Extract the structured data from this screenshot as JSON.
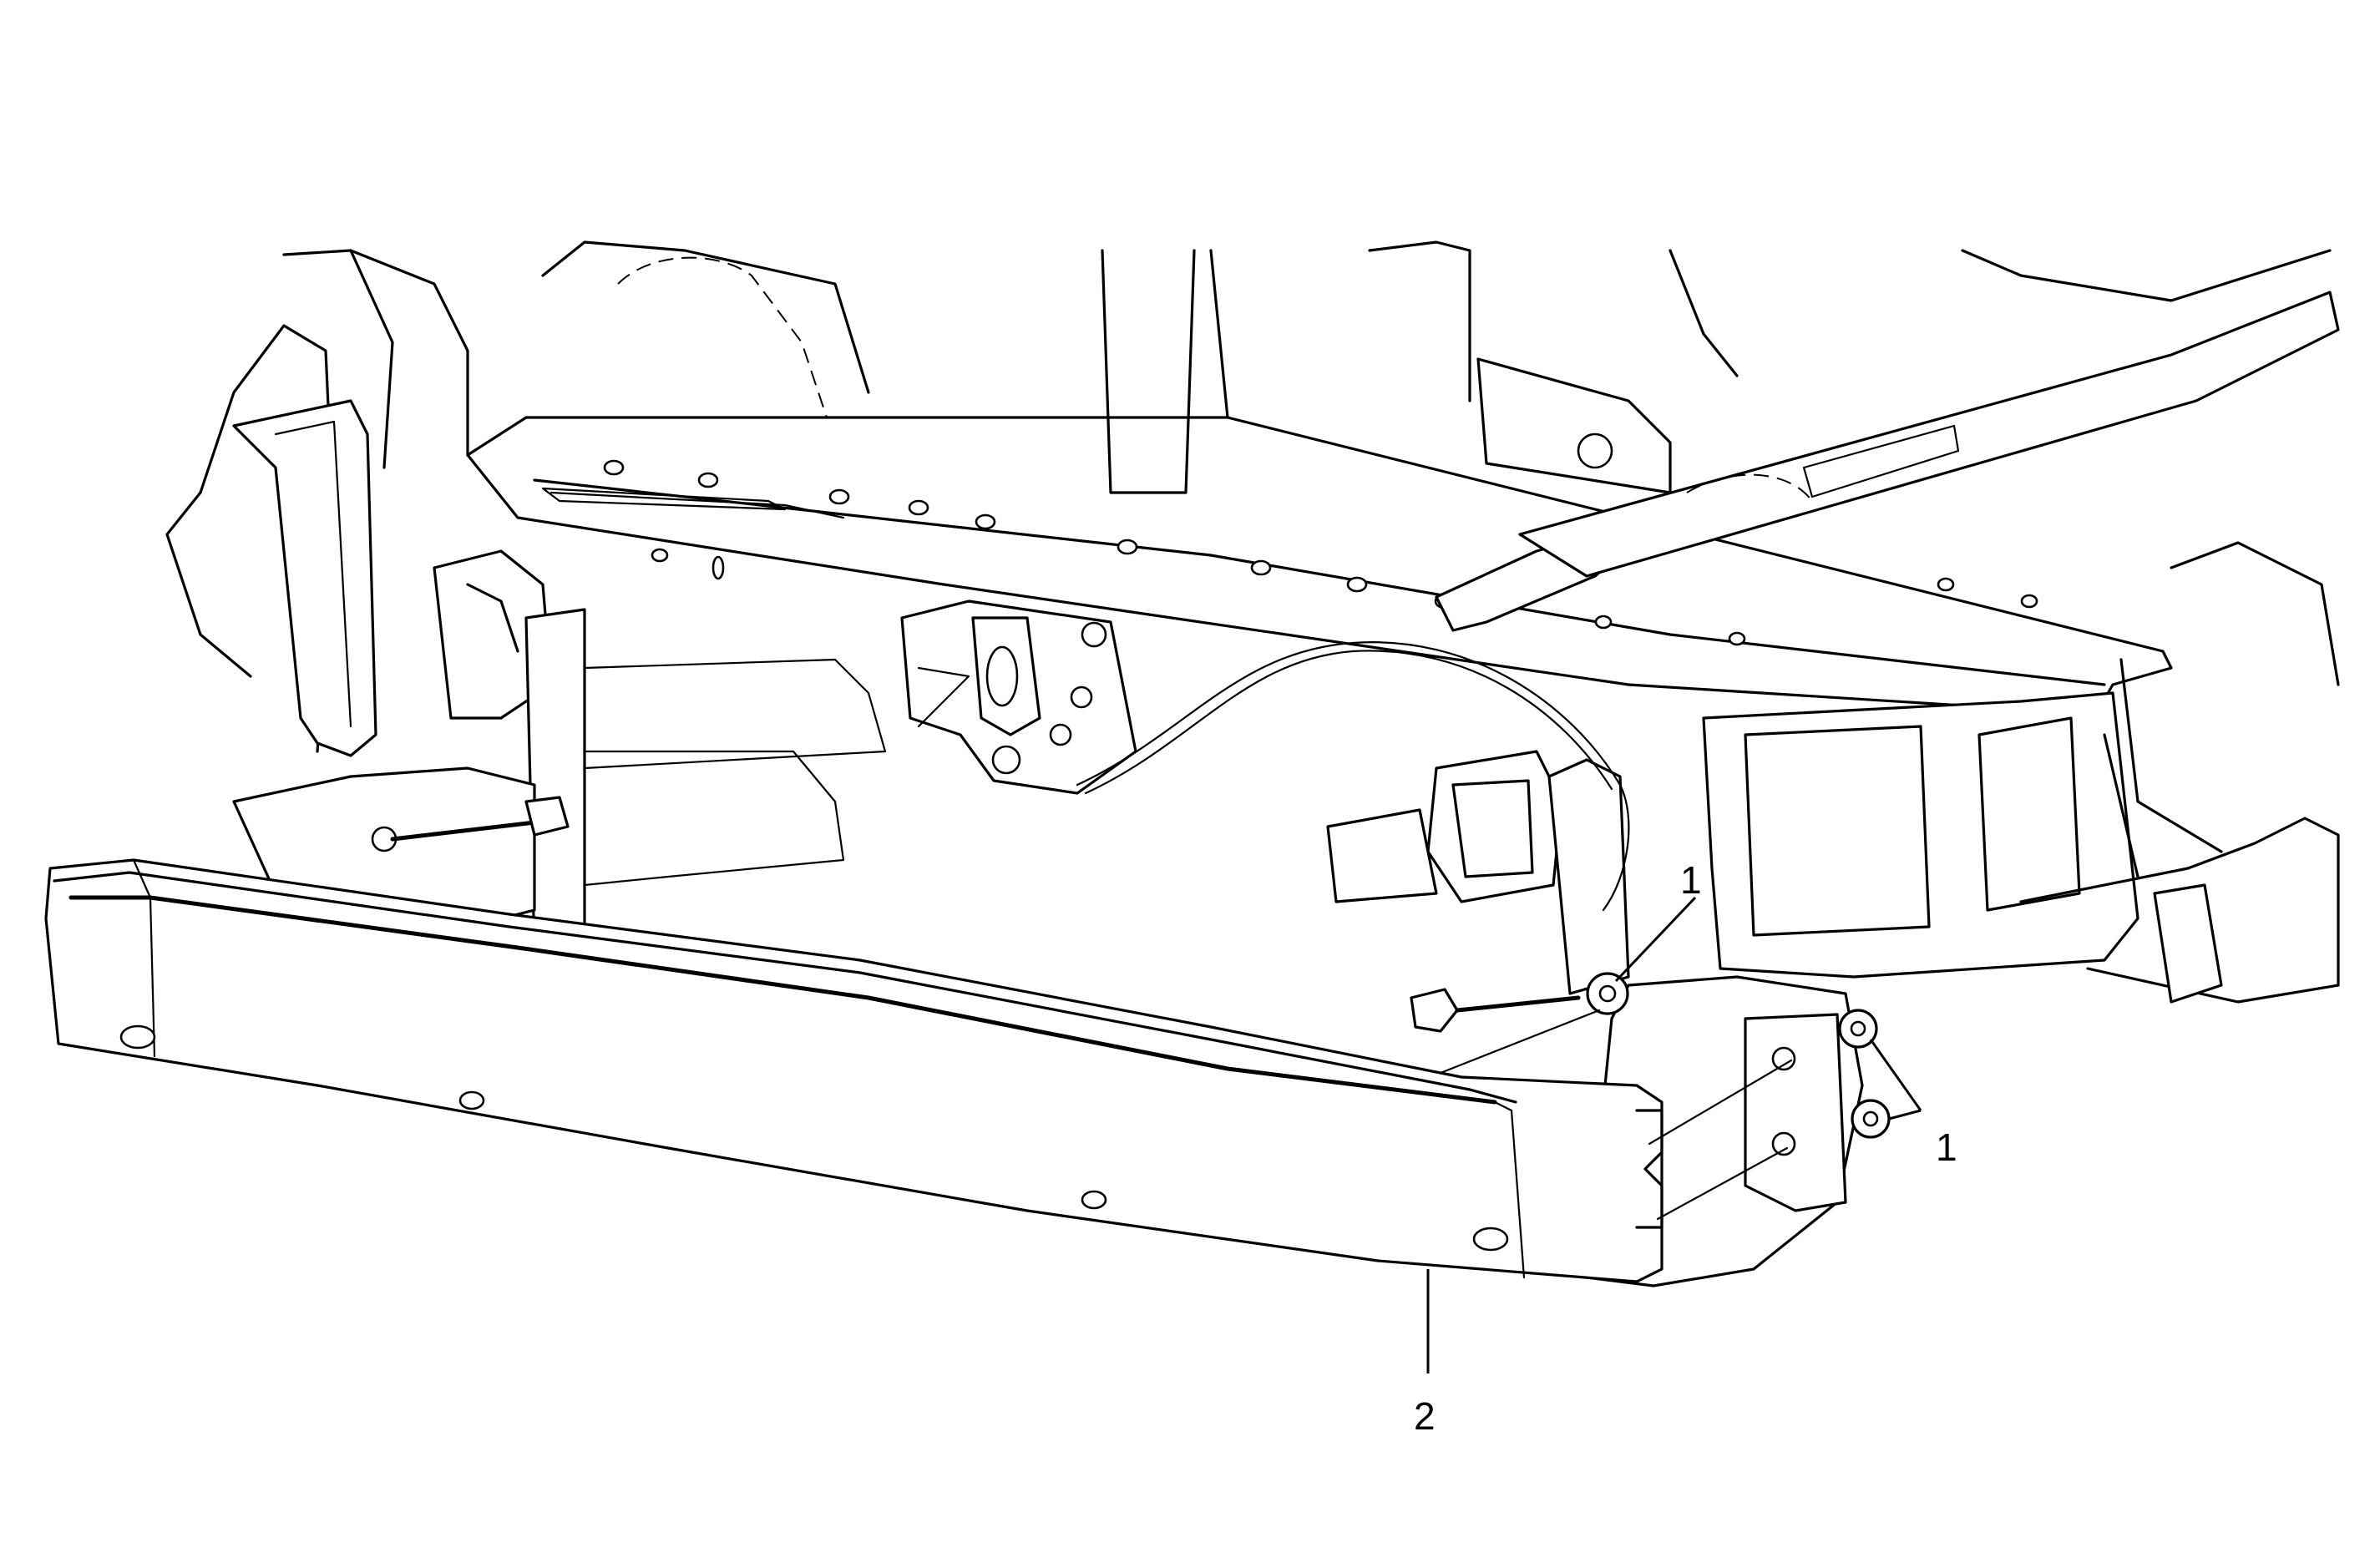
{
  "callouts": {
    "fastener_left": "1",
    "fastener_right": "1",
    "bumper_bar": "2"
  }
}
